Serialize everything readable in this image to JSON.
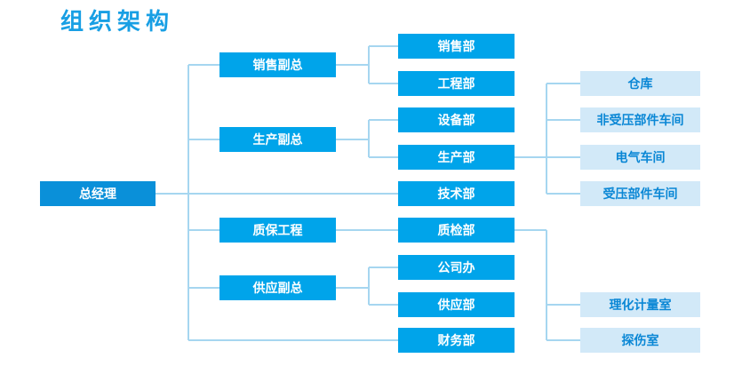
{
  "title": "组织架构",
  "colors": {
    "title_color": "#189fe4",
    "root_box": "#0a90d9",
    "branch_box": "#00a4ea",
    "leaf_box_bg": "#d2e9f8",
    "leaf_box_text": "#0a87d5",
    "connector": "#a6d6f0"
  },
  "org": {
    "root": {
      "label": "总经理"
    },
    "vps": [
      {
        "label": "销售副总"
      },
      {
        "label": "生产副总"
      },
      {
        "label": "质保工程"
      },
      {
        "label": "供应副总"
      }
    ],
    "departments": [
      {
        "label": "销售部"
      },
      {
        "label": "工程部"
      },
      {
        "label": "设备部"
      },
      {
        "label": "生产部"
      },
      {
        "label": "技术部"
      },
      {
        "label": "质检部"
      },
      {
        "label": "公司办"
      },
      {
        "label": "供应部"
      },
      {
        "label": "财务部"
      }
    ],
    "units": [
      {
        "label": "仓库"
      },
      {
        "label": "非受压部件车间"
      },
      {
        "label": "电气车间"
      },
      {
        "label": "受压部件车间"
      },
      {
        "label": "理化计量室"
      },
      {
        "label": "探伤室"
      }
    ]
  }
}
